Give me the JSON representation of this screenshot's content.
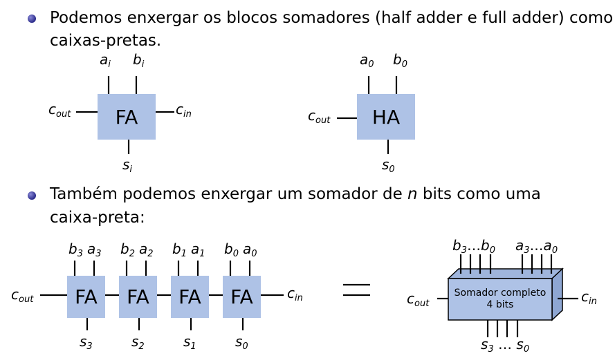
{
  "bullets": [
    {
      "line1": "Podemos enxergar os blocos somadores (half adder e full adder) como",
      "line2": "caixas-pretas."
    },
    {
      "line1_a": "Também podemos enxergar um somador de ",
      "line1_n": "n",
      "line1_b": " bits como uma",
      "line2": "caixa-preta:"
    }
  ],
  "fa_block": {
    "label": "FA",
    "a": "a",
    "a_sub": "i",
    "b": "b",
    "b_sub": "i",
    "cout": "c",
    "cout_sub": "out",
    "cin": "c",
    "cin_sub": "in",
    "s": "s",
    "s_sub": "i"
  },
  "ha_block": {
    "label": "HA",
    "a": "a",
    "a_sub": "0",
    "b": "b",
    "b_sub": "0",
    "cout": "c",
    "cout_sub": "out",
    "s": "s",
    "s_sub": "0"
  },
  "ripple": {
    "cout": "c",
    "cout_sub": "out",
    "cin": "c",
    "cin_sub": "in",
    "blocks": [
      {
        "label": "FA",
        "b": "b",
        "b_sub": "3",
        "a": "a",
        "a_sub": "3",
        "s": "s",
        "s_sub": "3"
      },
      {
        "label": "FA",
        "b": "b",
        "b_sub": "2",
        "a": "a",
        "a_sub": "2",
        "s": "s",
        "s_sub": "2"
      },
      {
        "label": "FA",
        "b": "b",
        "b_sub": "1",
        "a": "a",
        "a_sub": "1",
        "s": "s",
        "s_sub": "1"
      },
      {
        "label": "FA",
        "b": "b",
        "b_sub": "0",
        "a": "a",
        "a_sub": "0",
        "s": "s",
        "s_sub": "0"
      }
    ]
  },
  "equals": "=",
  "black_box": {
    "line1": "Somador completo",
    "line2": "4 bits",
    "b_range": {
      "a": "b",
      "a_sub": "3",
      "dots": "…",
      "b": "b",
      "b_sub": "0"
    },
    "a_range": {
      "a": "a",
      "a_sub": "3",
      "dots": "…",
      "b": "a",
      "b_sub": "0"
    },
    "s_range": {
      "a": "s",
      "a_sub": "3",
      "dots": " … ",
      "b": "s",
      "b_sub": "0"
    },
    "cout": "c",
    "cout_sub": "out",
    "cin": "c",
    "cin_sub": "in"
  },
  "colors": {
    "block_fill": "#aec2e6",
    "bullet": "#2b2b8a"
  }
}
